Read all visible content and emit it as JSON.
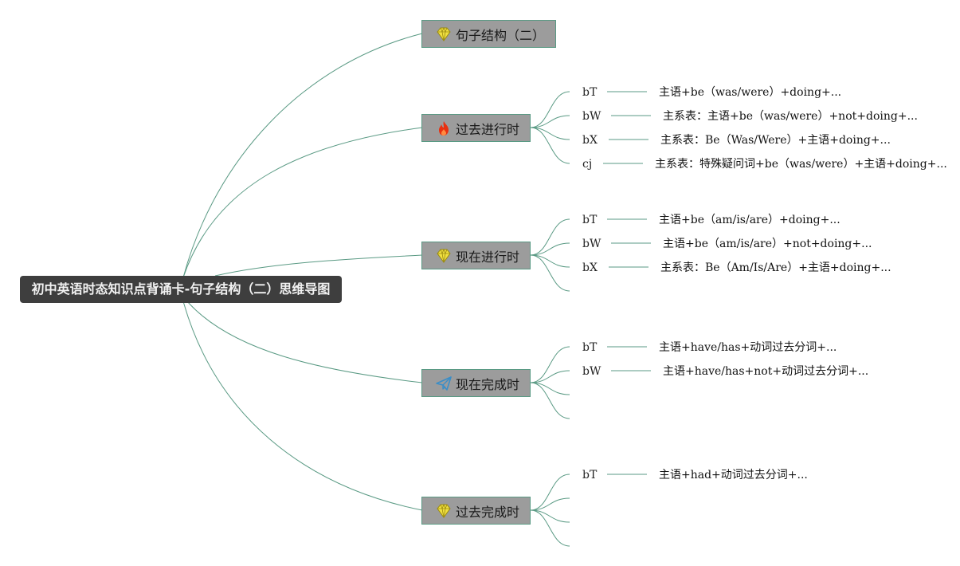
{
  "root": {
    "label": "初中英语时态知识点背诵卡-句子结构（二）思维导图"
  },
  "topics": [
    {
      "label": "句子结构（二）",
      "icon": "diamond-icon"
    },
    {
      "label": "过去进行时",
      "icon": "fire-icon",
      "items": [
        {
          "key": "bT",
          "value": "主语+be（was/were）+doing+..."
        },
        {
          "key": "bW",
          "value": "主系表：主语+be（was/were）+not+doing+..."
        },
        {
          "key": "bX",
          "value": "主系表：Be（Was/Were）+主语+doing+..."
        },
        {
          "key": "cj",
          "value": "主系表：特殊疑问词+be（was/were）+主语+doing+..."
        }
      ]
    },
    {
      "label": "现在进行时",
      "icon": "diamond-icon",
      "items": [
        {
          "key": "bT",
          "value": "主语+be（am/is/are）+doing+..."
        },
        {
          "key": "bW",
          "value": "主语+be（am/is/are）+not+doing+..."
        },
        {
          "key": "bX",
          "value": "主系表：Be（Am/Is/Are）+主语+doing+..."
        }
      ]
    },
    {
      "label": "现在完成时",
      "icon": "paper-plane-icon",
      "items": [
        {
          "key": "bT",
          "value": "主语+have/has+动词过去分词+..."
        },
        {
          "key": "bW",
          "value": "主语+have/has+not+动词过去分词+..."
        }
      ]
    },
    {
      "label": "过去完成时",
      "icon": "diamond-icon",
      "items": [
        {
          "key": "bT",
          "value": "主语+had+动词过去分词+..."
        }
      ]
    }
  ],
  "colors": {
    "line": "#5a9a84",
    "topic_bg": "#9c9c9c",
    "root_bg": "#3e3e3e",
    "diamond": "#f0e040",
    "fire": "#e83010",
    "plane": "#3a8ec8"
  }
}
